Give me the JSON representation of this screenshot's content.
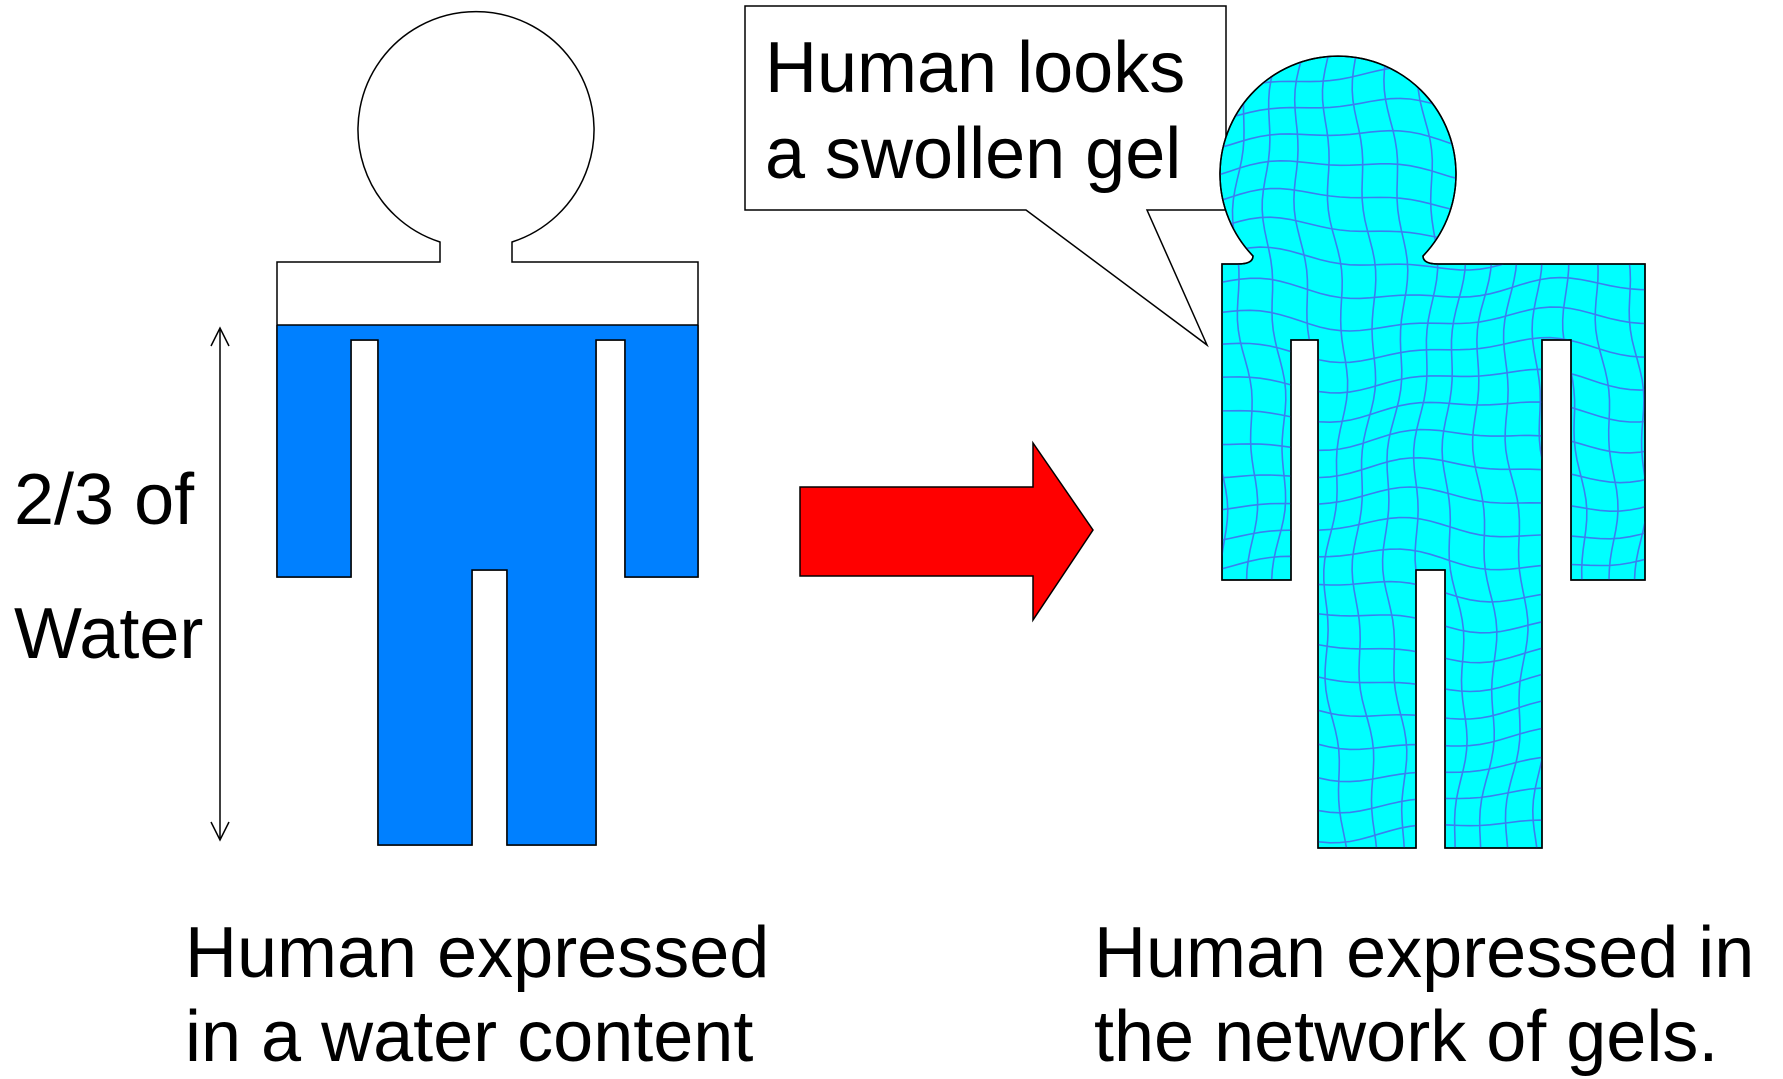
{
  "left_figure": {
    "water_label_line1": "2/3 of",
    "water_label_line2": "Water",
    "caption_line1": "Human expressed",
    "caption_line2": "in a water content"
  },
  "right_figure": {
    "callout_line1": "Human looks",
    "callout_line2": "a swollen gel",
    "caption_line1": "Human expressed in",
    "caption_line2": "the network of gels."
  },
  "colors": {
    "water_fill": "#0080ff",
    "gel_fill": "#00ffff",
    "gel_mesh": "#3a7ff0",
    "arrow_fill": "#ff0000"
  }
}
